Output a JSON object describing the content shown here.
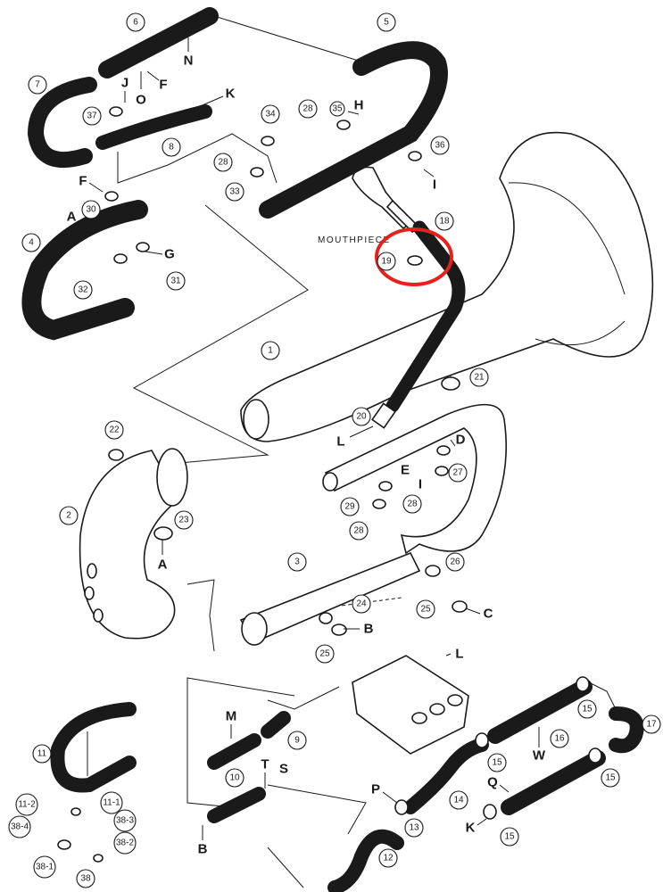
{
  "mouthpiece_label": "MOUTHPIECE",
  "highlight_color": "#e8201c",
  "callouts": {
    "c1": "1",
    "c2": "2",
    "c3": "3",
    "c4": "4",
    "c5": "5",
    "c6": "6",
    "c7": "7",
    "c8": "8",
    "c9": "9",
    "c10": "10",
    "c11": "11",
    "c12": "12",
    "c13": "13",
    "c14": "14",
    "c15a": "15",
    "c15b": "15",
    "c15c": "15",
    "c15d": "15",
    "c16": "16",
    "c17": "17",
    "c18": "18",
    "c19": "19",
    "c20": "20",
    "c21": "21",
    "c22": "22",
    "c23": "23",
    "c24": "24",
    "c25a": "25",
    "c25b": "25",
    "c26": "26",
    "c27": "27",
    "c28a": "28",
    "c28b": "28",
    "c28c": "28",
    "c28d": "28",
    "c29": "29",
    "c30": "30",
    "c31": "31",
    "c32": "32",
    "c33": "33",
    "c34": "34",
    "c35": "35",
    "c36": "36",
    "c37": "37",
    "c38": "38",
    "c38_1": "38-1",
    "c38_2": "38-2",
    "c38_3": "38-3",
    "c38_4": "38-4",
    "c11_1": "11-1",
    "c11_2": "11-2"
  },
  "letters": {
    "N": "N",
    "F1": "F",
    "O": "O",
    "J": "J",
    "K1": "K",
    "H": "H",
    "I1": "I",
    "F2": "F",
    "A1": "A",
    "G": "G",
    "L1": "L",
    "D": "D",
    "E": "E",
    "I2": "I",
    "A2": "A",
    "B1": "B",
    "C": "C",
    "L2": "L",
    "M": "M",
    "T": "T",
    "S": "S",
    "W": "W",
    "P": "P",
    "Q": "Q",
    "K2": "K",
    "B2": "B"
  }
}
